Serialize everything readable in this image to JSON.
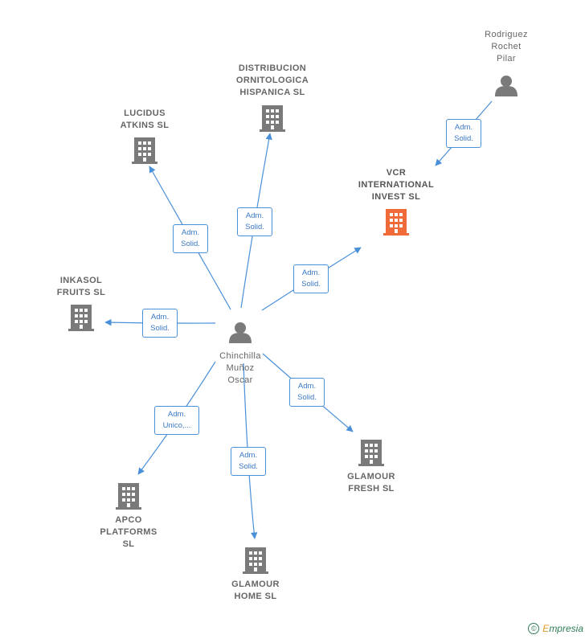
{
  "colors": {
    "edge": "#4a90d9",
    "node": "#7a7a7a",
    "highlight": "#f06a3a"
  },
  "nodes": {
    "center": {
      "type": "person",
      "lines": [
        "Chinchilla",
        "Muñoz",
        "Oscar"
      ]
    },
    "rodriguez": {
      "type": "person",
      "lines": [
        "Rodriguez",
        "Rochet",
        "Pilar"
      ]
    },
    "vcr": {
      "type": "company",
      "highlight": true,
      "lines": [
        "VCR",
        "INTERNATIONAL",
        "INVEST  SL"
      ]
    },
    "distribucion": {
      "type": "company",
      "lines": [
        "DISTRIBUCION",
        "ORNITOLOGICA",
        "HISPANICA  SL"
      ]
    },
    "lucidus": {
      "type": "company",
      "lines": [
        "LUCIDUS",
        "ATKINS  SL"
      ]
    },
    "inkasol": {
      "type": "company",
      "lines": [
        "INKASOL",
        "FRUITS  SL"
      ]
    },
    "apco": {
      "type": "company",
      "lines": [
        "APCO",
        "PLATFORMS",
        "SL"
      ]
    },
    "glamour_home": {
      "type": "company",
      "lines": [
        "GLAMOUR",
        "HOME  SL"
      ]
    },
    "glamour_fresh": {
      "type": "company",
      "lines": [
        "GLAMOUR",
        "FRESH  SL"
      ]
    }
  },
  "edges": [
    {
      "from": "rodriguez",
      "to": "vcr",
      "label": [
        "Adm.",
        "Solid."
      ]
    },
    {
      "from": "center",
      "to": "vcr",
      "label": [
        "Adm.",
        "Solid."
      ]
    },
    {
      "from": "center",
      "to": "distribucion",
      "label": [
        "Adm.",
        "Solid."
      ]
    },
    {
      "from": "center",
      "to": "lucidus",
      "label": [
        "Adm.",
        "Solid."
      ]
    },
    {
      "from": "center",
      "to": "inkasol",
      "label": [
        "Adm.",
        "Solid."
      ]
    },
    {
      "from": "center",
      "to": "apco",
      "label": [
        "Adm.",
        "Unico,..."
      ]
    },
    {
      "from": "center",
      "to": "glamour_home",
      "label": [
        "Adm.",
        "Solid."
      ]
    },
    {
      "from": "center",
      "to": "glamour_fresh",
      "label": [
        "Adm.",
        "Solid."
      ]
    }
  ],
  "footer": {
    "copyright_symbol": "©",
    "brand_first": "E",
    "brand_rest": "mpresia"
  }
}
